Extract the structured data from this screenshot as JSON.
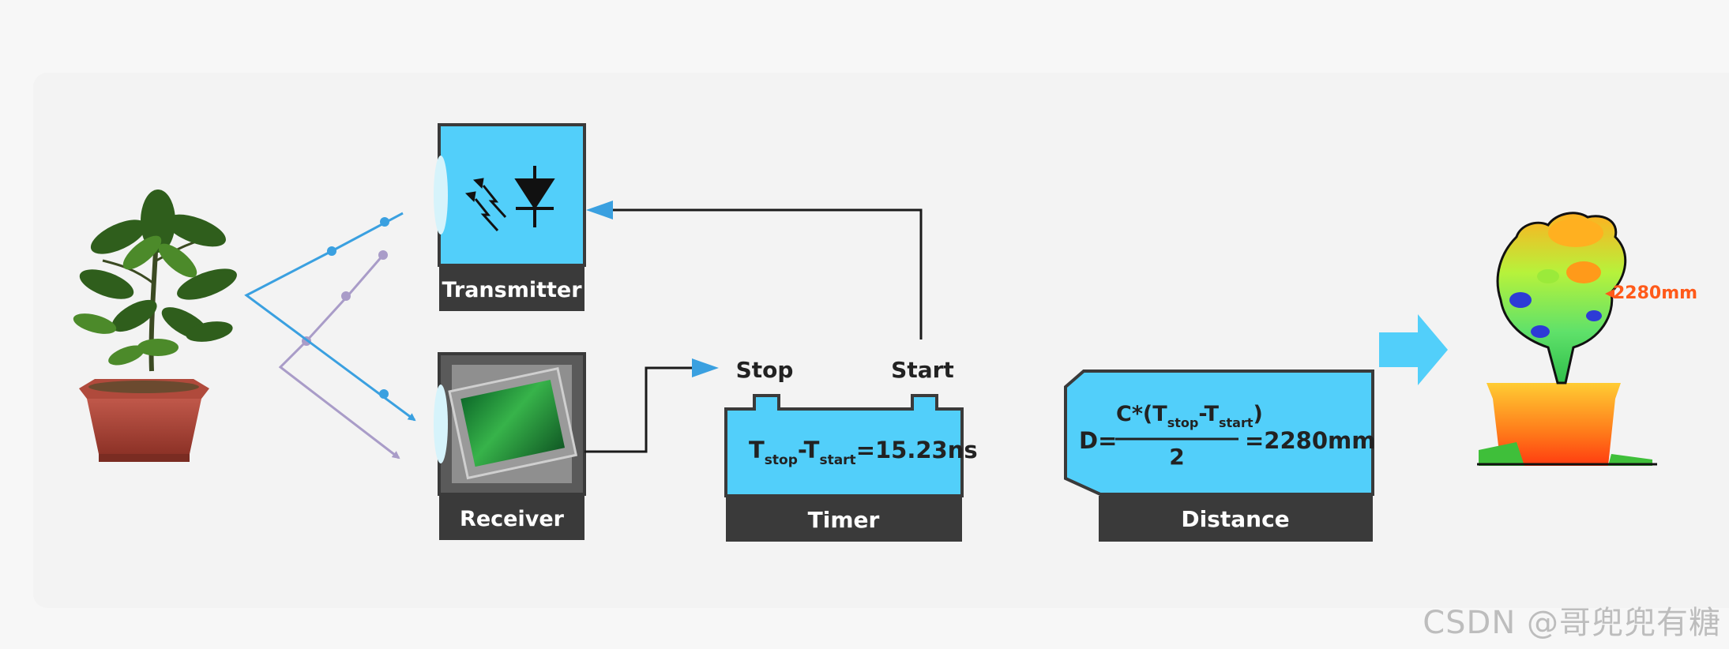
{
  "labels": {
    "transmitter": "Transmitter",
    "receiver": "Receiver",
    "timer": "Timer",
    "distance": "Distance",
    "stop": "Stop",
    "start": "Start"
  },
  "timer_formula": {
    "t1": "T",
    "sub1": "stop",
    "minus": "-T",
    "sub2": "start",
    "result": "=15.23ns"
  },
  "distance_formula": {
    "prefix": "D=",
    "numerator_a": "C*(T",
    "numerator_sub1": "stop",
    "numerator_b": "-T",
    "numerator_sub2": "start",
    "numerator_c": ")",
    "denominator": "2",
    "result": "=2280mm"
  },
  "pointcloud_label": "2280mm",
  "watermark": "CSDN @哥兜兜有糖",
  "colors": {
    "accent_blue": "#52cffa",
    "dark_bar": "#3a3a3a",
    "beam_blue": "#3aa0e0",
    "beam_purple": "#a99cc8",
    "label_orange": "#ff5a1a"
  }
}
